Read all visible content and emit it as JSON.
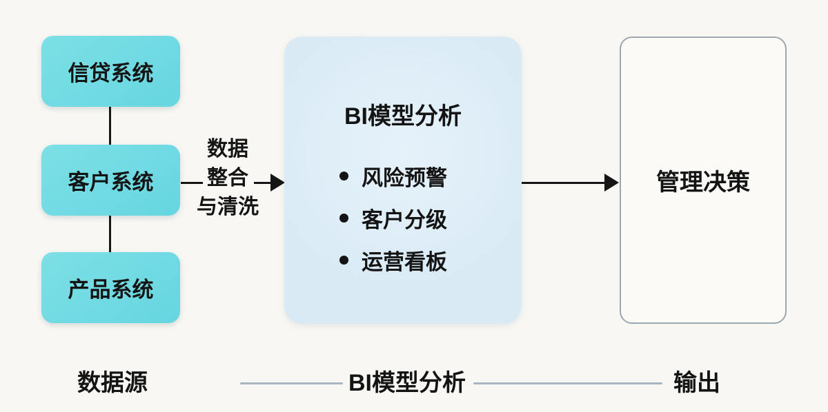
{
  "diagram": {
    "sources": [
      {
        "label": "信贷系统"
      },
      {
        "label": "客户系统"
      },
      {
        "label": "产品系统"
      }
    ],
    "transform": {
      "lines": [
        "数据",
        "整合",
        "与清洗"
      ]
    },
    "bi_box": {
      "title": "BI模型分析",
      "items": [
        "风险预警",
        "客户分级",
        "运营看板"
      ]
    },
    "output_box": {
      "label": "管理决策"
    },
    "footer": {
      "left": "数据源",
      "center": "BI模型分析",
      "right": "输出"
    },
    "colors": {
      "background": "#f8f7f3",
      "source_box": "#66d6df",
      "bi_box_fill": "#d9eaf5",
      "output_fill": "#fbfaf7",
      "output_border": "#9ba6ae",
      "connector": "#151515",
      "footer_line": "#a9b5c0",
      "text": "#141414"
    }
  }
}
